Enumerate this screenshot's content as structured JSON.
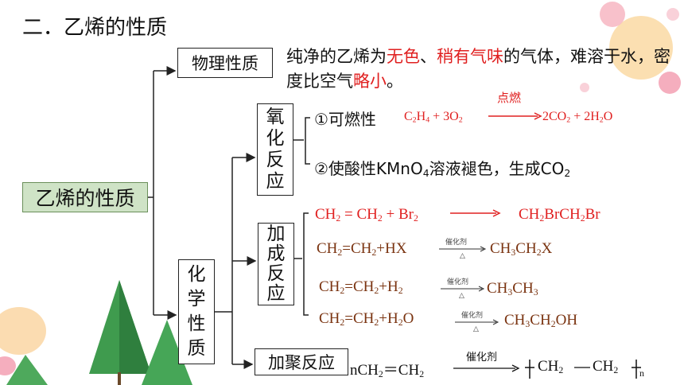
{
  "title": "二．乙烯的性质",
  "root": "乙烯的性质",
  "physical": {
    "label": "物理性质",
    "desc_parts": [
      "纯净的乙烯为",
      "无色",
      "、",
      "稍有气味",
      "的气体，难溶于水，密度比空气",
      "略小",
      "。"
    ]
  },
  "chemical": {
    "label_chars": [
      "化",
      "学",
      "性",
      "质"
    ],
    "oxidation": {
      "label_chars": [
        "氧",
        "化",
        "反",
        "应"
      ],
      "item1": "①可燃性",
      "item1_condition": "点燃",
      "item2_text": "②使酸性KMnO",
      "item2_sub": "4",
      "item2_rest": "溶液褪色，生成CO",
      "item2_sub2": "2"
    },
    "addition": {
      "label_chars": [
        "加",
        "成",
        "反",
        "应"
      ],
      "catalyst": "催化剂",
      "heat": "△"
    },
    "polymerization": {
      "label": "加聚反应",
      "catalyst": "催化剂"
    }
  },
  "colors": {
    "accent_red": "#e02020",
    "equation_brown": "#7a3310",
    "root_fill": "#cfe3c6"
  }
}
